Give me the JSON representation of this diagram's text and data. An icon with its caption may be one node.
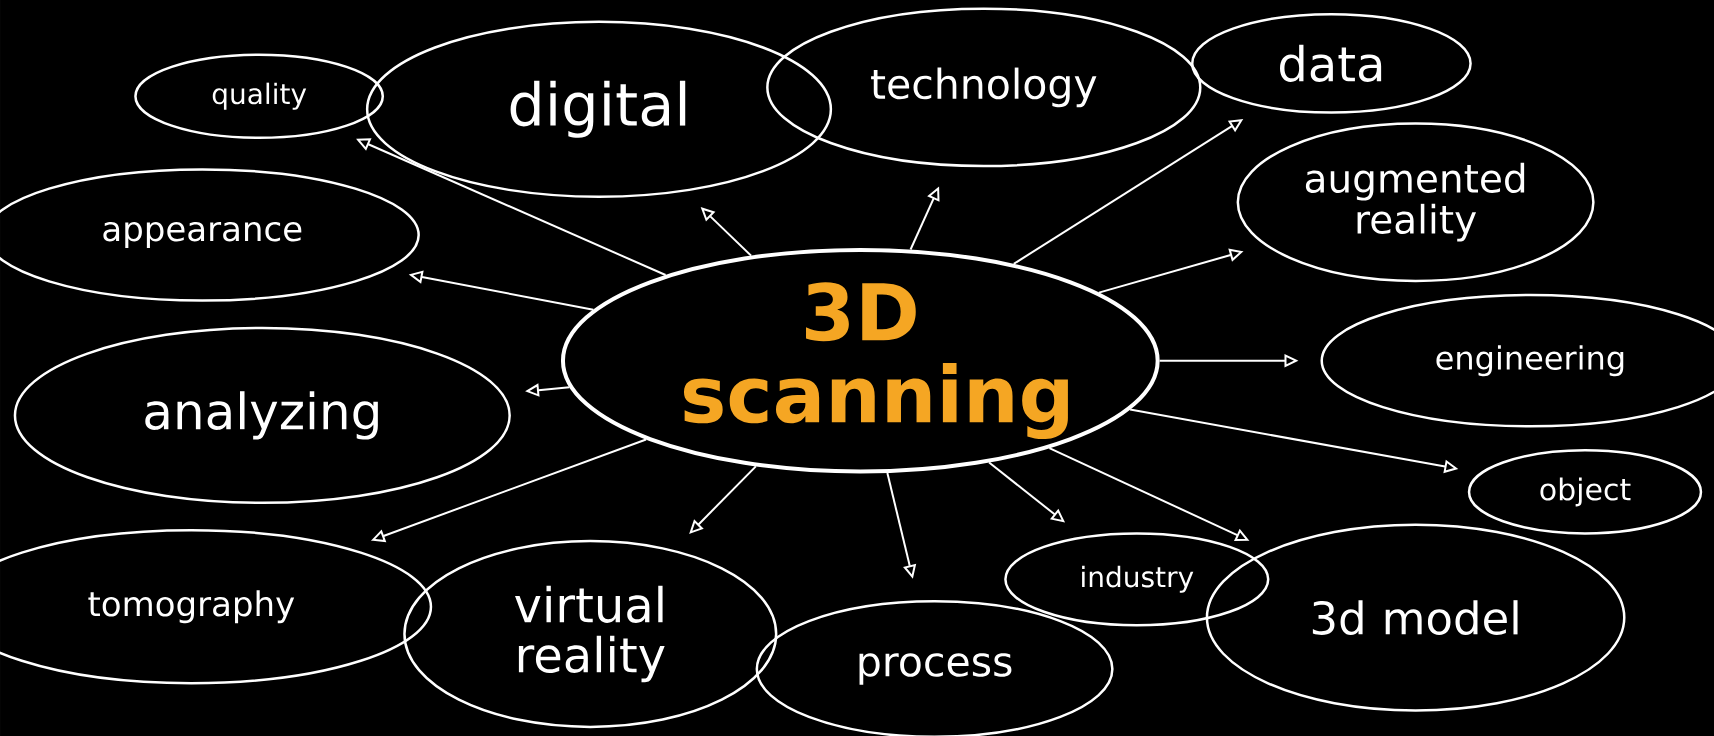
{
  "diagram": {
    "nodes": [
      {
        "text": [
          "3D scanning"
        ]
      },
      {
        "text": [
          "quality"
        ]
      },
      {
        "text": [
          "digital"
        ]
      },
      {
        "text": [
          "technology"
        ]
      },
      {
        "text": [
          "data"
        ]
      },
      {
        "text": [
          "augmented reality"
        ]
      },
      {
        "text": [
          "appearance"
        ]
      },
      {
        "text": [
          "engineering"
        ]
      },
      {
        "text": [
          "analyzing"
        ]
      },
      {
        "text": [
          "object"
        ]
      },
      {
        "text": [
          "tomography"
        ]
      },
      {
        "text": [
          "virtual reality"
        ]
      },
      {
        "text": [
          "process"
        ]
      },
      {
        "text": [
          "industry"
        ]
      },
      {
        "text": [
          "3d model"
        ]
      }
    ],
    "edges": [
      {
        "from": 0,
        "to": 1,
        "arrow": "to"
      },
      {
        "from": 0,
        "to": 2,
        "arrow": "to"
      },
      {
        "from": 0,
        "to": 3,
        "arrow": "to"
      },
      {
        "from": 0,
        "to": 4,
        "arrow": "to"
      },
      {
        "from": 0,
        "to": 5,
        "arrow": "to"
      },
      {
        "from": 0,
        "to": 6,
        "arrow": "to"
      },
      {
        "from": 0,
        "to": 7,
        "arrow": "to"
      },
      {
        "from": 0,
        "to": 8,
        "arrow": "to"
      },
      {
        "from": 0,
        "to": 9,
        "arrow": "to"
      },
      {
        "from": 0,
        "to": 10,
        "arrow": "to"
      },
      {
        "from": 0,
        "to": 11,
        "arrow": "to"
      },
      {
        "from": 0,
        "to": 12,
        "arrow": "to"
      },
      {
        "from": 0,
        "to": 13,
        "arrow": "to"
      },
      {
        "from": 0,
        "to": 14,
        "arrow": "to"
      }
    ]
  }
}
